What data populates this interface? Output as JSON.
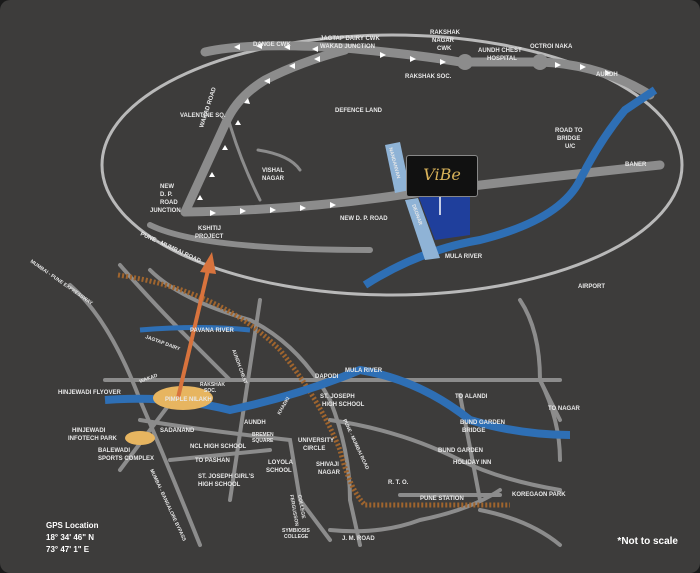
{
  "labels": {
    "dange_cwk": "DANGE CWK",
    "jagtap_dairy": "JAGTAP DAIRY CWK",
    "wakad_junction": "WAKAD JUNCTION",
    "rakshak_nagar": "RAKSHAK",
    "rakshak_nagar2": "NAGAR",
    "rakshak_nagar3": "CWK",
    "aundh_chest": "AUNDH CHEST",
    "hospital": "HOSPITAL",
    "octroi_naka": "OCTROI NAKA",
    "rakshak_soc": "RAKSHAK SOC.",
    "aundh": "AUNDH",
    "valentine_sq": "VALENTINE SQ.",
    "defence_land": "DEFENCE LAND",
    "road_to_bridge": "ROAD TO",
    "road_to_bridge2": "BRIDGE",
    "road_to_bridge3": "U/C",
    "baner": "BANER",
    "wakad_road": "WAKAD ROAD",
    "vishal_nagar": "VISHAL",
    "vishal_nagar2": "NAGAR",
    "new_dp_road_junction": "NEW",
    "new_dp_road_junction2": "D. P.",
    "new_dp_road_junction3": "ROAD",
    "new_dp_road_junction4": "JUNCTION",
    "new_dp_road": "NEW D. P. ROAD",
    "kshitij": "KSHITIJ",
    "kshitij2": "PROJECT",
    "mula_river": "MULA RIVER",
    "pune_mumbai_road": "PUNE - MUMBAI ROAD",
    "airport": "AIRPORT",
    "pavana_river": "PAVANA RIVER",
    "hinjewadi_flyover": "HINJEWADI FLYOVER",
    "pimple_nilakh": "PIMPLE NILAKH",
    "dapodi": "DAPODI",
    "mula_river2": "MULA RIVER",
    "st_joseph": "ST. JOSEPH",
    "st_joseph2": "HIGH SCHOOL",
    "to_alandi": "TO ALANDI",
    "to_nagar": "TO NAGAR",
    "hinjewadi_infotech": "HINJEWADI",
    "hinjewadi_infotech2": "INFOTECH PARK",
    "sadanand": "SADANAND",
    "ncl_school": "NCL HIGH SCHOOL",
    "aundh2": "AUNDH",
    "university_circle": "UNIVERSITY",
    "university_circle2": "CIRCLE",
    "bund_garden_bridge": "BUND GARDEN",
    "bund_garden_bridge2": "BRIDGE",
    "bund_garden": "BUND GARDEN",
    "holiday_inn": "HOLIDAY INN",
    "balewadi": "BALEWADI",
    "balewadi2": "SPORTS COMPLEX",
    "to_pashan": "TO PASHAN",
    "st_joseph_girls": "ST. JOSEPH GIRL'S",
    "st_joseph_girls2": "HIGH SCHOOL",
    "loyola": "LOYOLA",
    "loyola2": "SCHOOL",
    "shivaji_nagar": "SHIVAJI",
    "shivaji_nagar2": "NAGAR",
    "pune_mumbai_road2": "PUNE - MUMBAI ROAD",
    "rto": "R. T. O.",
    "koregaon_park": "KOREGAON PARK",
    "pune_station": "PUNE STATION",
    "fergusson": "FERGUSSON",
    "fergusson2": "COLLEGE",
    "symbiosis": "SYMBIOSIS",
    "symbiosis2": "COLLEGE",
    "jm_road": "J. M. ROAD",
    "mumbai_pune_expressway": "MUMBAI - PUNE EXPRESSWAY",
    "rakshak_soc2": "RAKSHAK",
    "rakshak_soc3": "SOC.",
    "aundh_chest2": "AUNDH CHEST",
    "aundh_chest3": "HOSPITAL",
    "khadki": "KHADKI",
    "bremen_square": "BREMEN",
    "bremen_square2": "SQUARE",
    "wakad2": "WAKAD",
    "jagtap_dairy2": "JAGTAP DAIRY",
    "nandanvan": "NANDANVAN",
    "vishal_road": "BHUMKAR ROAD",
    "mumbai_bangalore_bypass": "MUMBAI - BANGALORE BYPASS",
    "dp_road_small": "DEONAR"
  },
  "logo": "ViBe",
  "gps": {
    "title": "GPS Location",
    "lat": "18° 34' 46\" N",
    "lon": "73° 47'  1\" E"
  },
  "note": "*Not to scale",
  "colors": {
    "background": "#3d3c3b",
    "road": "#8c8c8c",
    "river": "#2e6fb5",
    "rail": "#a0652e",
    "highlight": "#e7b560",
    "arrow": "#d8733d",
    "site": "#1f3f9c"
  }
}
